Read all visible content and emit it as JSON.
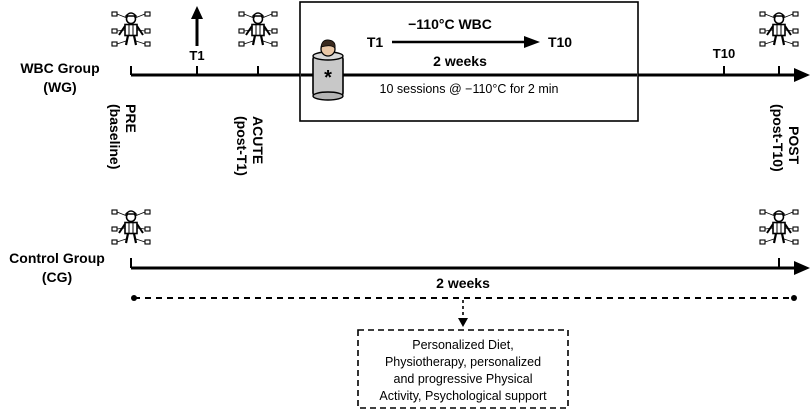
{
  "groups": {
    "wbc_name": "WBC Group",
    "wbc_abbr": "(WG)",
    "control_name": "Control Group",
    "control_abbr": "(CG)"
  },
  "timepoints": {
    "pre": "PRE",
    "pre_sub": "(baseline)",
    "acute": "ACUTE",
    "acute_sub": "(post-T1)",
    "post": "POST",
    "post_sub": "(post-T10)",
    "t1": "T1",
    "t10": "T10"
  },
  "wbc_box": {
    "title": "−110°C WBC",
    "start": "T1",
    "end": "T10",
    "duration": "2 weeks",
    "sessions": "10 sessions @ −110°C for 2 min",
    "chamber_symbol": "*"
  },
  "control": {
    "duration": "2 weeks",
    "treatment_lines": [
      "Personalized Diet,",
      "Physiotherapy, personalized",
      "and progressive Physical",
      "Activity, Psychological support"
    ]
  },
  "icons": {
    "athlete": "athlete-with-sensors-icon",
    "chamber": "cryo-chamber-icon"
  }
}
